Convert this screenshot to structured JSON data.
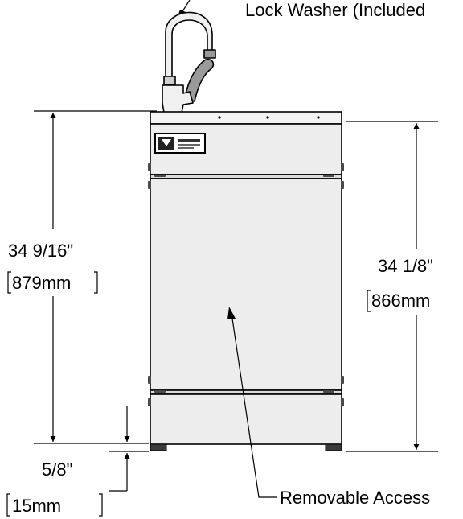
{
  "labels": {
    "top_callout": "Lock Washer (Included",
    "bottom_callout": "Removable Access",
    "overall_height_in": "34 9/16\"",
    "overall_height_mm": "879mm",
    "cabinet_height_in": "34 1/8\"",
    "cabinet_height_mm": "866mm",
    "foot_height_in": "5/8\"",
    "foot_height_mm": "15mm"
  },
  "colors": {
    "line": "#000000",
    "cabinet_fill": "#ededed",
    "top_fill": "#f3f3f3",
    "foot_fill": "#3a3a3a",
    "faucet_fill": "#f0f0f0",
    "handle_fill": "#9a9a9a"
  },
  "icons": [
    "faucet-icon",
    "label-plate-icon",
    "arrow-icon"
  ]
}
